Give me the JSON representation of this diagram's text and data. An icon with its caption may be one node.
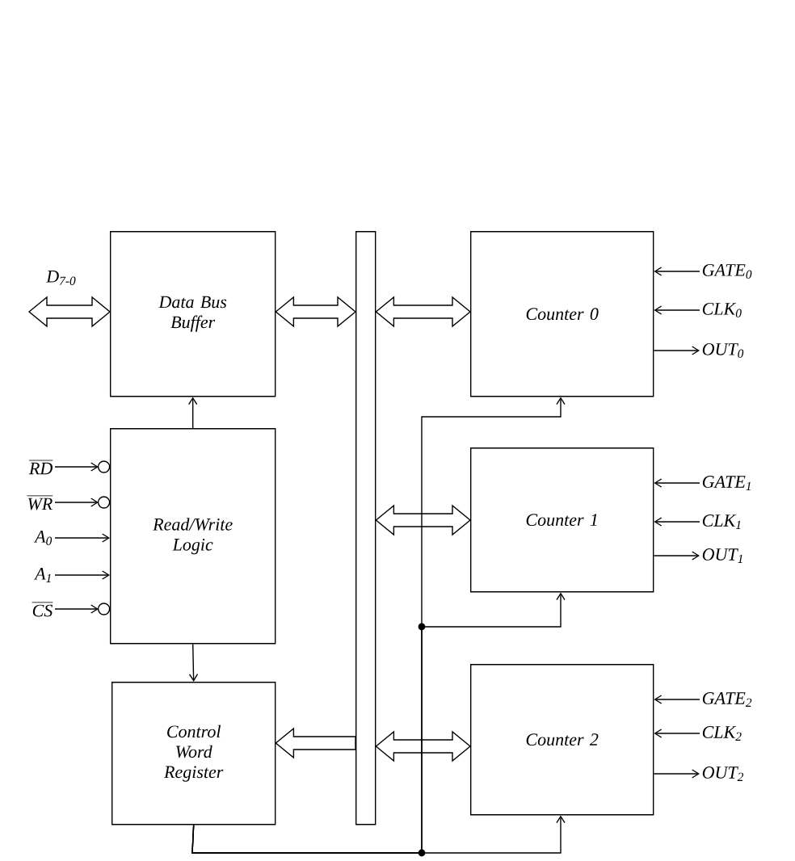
{
  "diagram": {
    "nodes": [
      {
        "text": [
          "Data Bus Buffer"
        ]
      },
      {
        "text": [
          "Read/Write Logic"
        ]
      },
      {
        "text": [
          "Control Word Register"
        ]
      },
      {
        "text": [],
        "shape": "bar"
      },
      {
        "text": [
          "Counter 0"
        ]
      },
      {
        "text": [
          "Counter 1"
        ]
      },
      {
        "text": [
          "Counter 2"
        ]
      },
      {
        "text": [
          "RD"
        ]
      },
      {
        "text": [
          "WR"
        ]
      },
      {
        "text": [
          "A$_{0}$"
        ]
      },
      {
        "text": [
          "A$_{1}$"
        ]
      },
      {
        "text": [
          "CS"
        ]
      },
      {
        "text": [
          "GATE$_{0}$"
        ]
      },
      {
        "text": [
          "CLK$_{0}$"
        ]
      },
      {
        "text": [
          "OUT$_{0}$"
        ]
      },
      {
        "text": [
          "GATE$_{1}$"
        ]
      },
      {
        "text": [
          "CLK$_{1}$"
        ]
      },
      {
        "text": [
          "OUT$_{1}$"
        ]
      },
      {
        "text": [
          "GATE$_{2}$"
        ]
      },
      {
        "text": [
          "CLK$_{2}$"
        ]
      },
      {
        "text": [
          "OUT$_{2}$"
        ]
      }
    ],
    "edges": [
      {
        "from": null,
        "to": 0,
        "arrow": "both",
        "style": "thick",
        "label": "D$_{7-0}$"
      },
      {
        "from": 0,
        "to": 3,
        "arrow": "both",
        "style": "thick"
      },
      {
        "from": 3,
        "to": 4,
        "arrow": "both",
        "style": "thick"
      },
      {
        "from": 3,
        "to": 5,
        "arrow": "both",
        "style": "thick"
      },
      {
        "from": 3,
        "to": 6,
        "arrow": "both",
        "style": "thick"
      },
      {
        "from": 3,
        "to": 2,
        "arrow": "to",
        "style": "thick"
      },
      {
        "from": 1,
        "to": 0,
        "arrow": "to"
      },
      {
        "from": 1,
        "to": 2,
        "arrow": "to"
      },
      {
        "from": 2,
        "to": 4,
        "arrow": "to"
      },
      {
        "from": 2,
        "to": 5,
        "arrow": "to"
      },
      {
        "from": 2,
        "to": 6,
        "arrow": "to"
      },
      {
        "from": 7,
        "to": 1,
        "arrow": "to"
      },
      {
        "from": 8,
        "to": 1,
        "arrow": "to"
      },
      {
        "from": 9,
        "to": 1,
        "arrow": "to"
      },
      {
        "from": 10,
        "to": 1,
        "arrow": "to"
      },
      {
        "from": 11,
        "to": 1,
        "arrow": "to"
      },
      {
        "from": 12,
        "to": 4,
        "arrow": "to"
      },
      {
        "from": 13,
        "to": 4,
        "arrow": "to"
      },
      {
        "from": 4,
        "to": 14,
        "arrow": "to"
      },
      {
        "from": 15,
        "to": 5,
        "arrow": "to"
      },
      {
        "from": 16,
        "to": 5,
        "arrow": "to"
      },
      {
        "from": 5,
        "to": 17,
        "arrow": "to"
      },
      {
        "from": 18,
        "to": 6,
        "arrow": "to"
      },
      {
        "from": 19,
        "to": 6,
        "arrow": "to"
      },
      {
        "from": 6,
        "to": 20,
        "arrow": "to"
      }
    ]
  }
}
